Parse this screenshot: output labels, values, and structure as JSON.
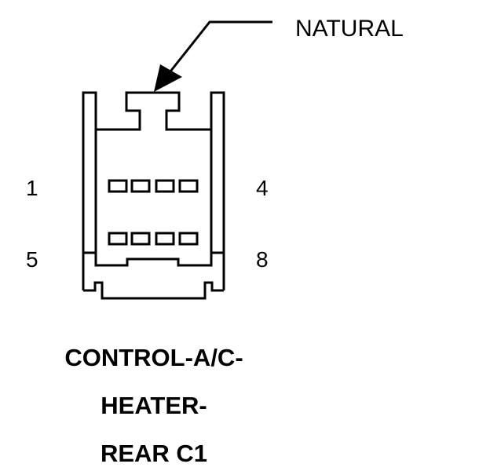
{
  "diagram": {
    "color_callout": "NATURAL",
    "pin_labels": {
      "top_left": "1",
      "top_right": "4",
      "bottom_left": "5",
      "bottom_right": "8"
    },
    "title_lines": [
      "CONTROL-A/C-",
      "HEATER-",
      "REAR C1"
    ],
    "cavity_rows": 2,
    "cavities_per_row": 4,
    "line_color": "#000000",
    "background_color": "#ffffff"
  }
}
